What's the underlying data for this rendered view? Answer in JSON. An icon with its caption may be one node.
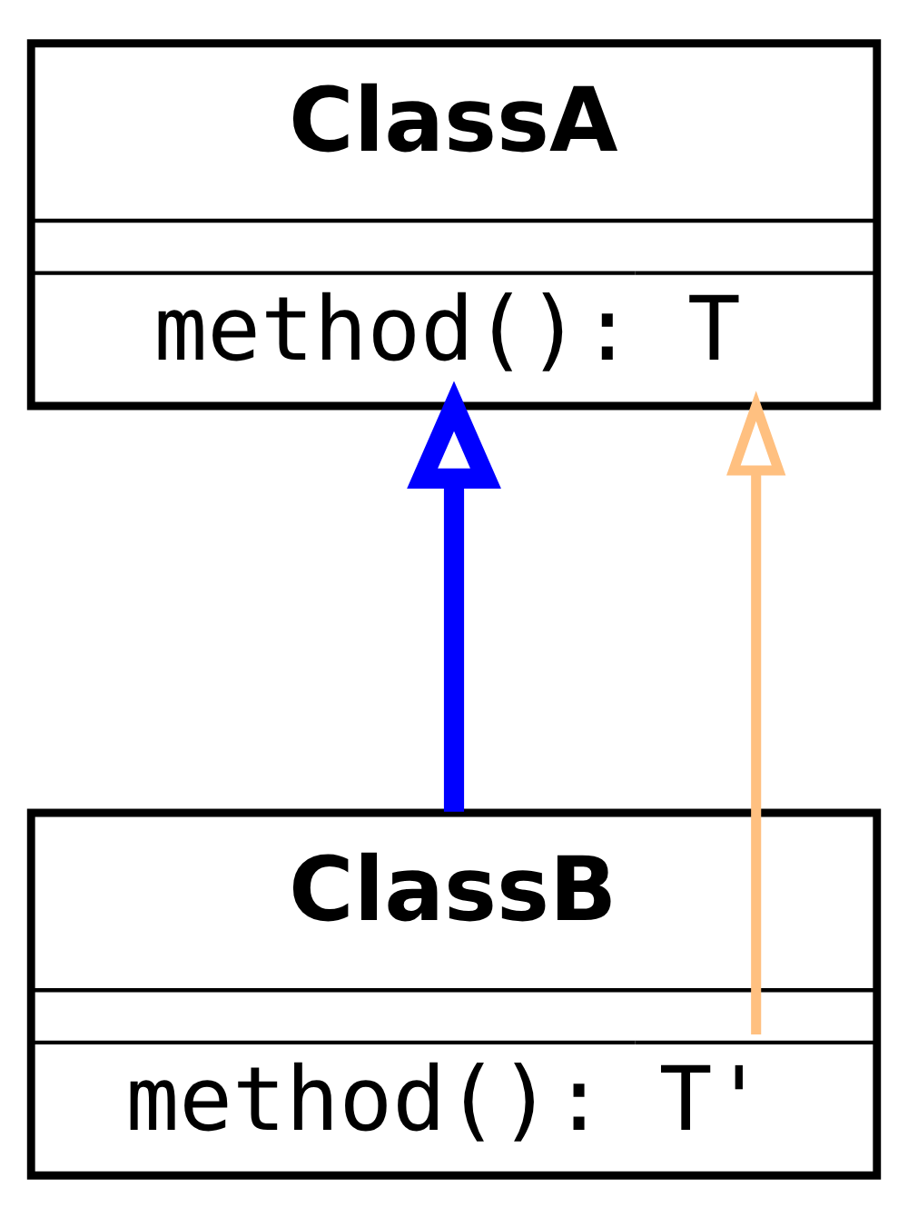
{
  "diagram": {
    "nodes": [
      {
        "text": [
          "ClassA",
          "method(): T"
        ]
      },
      {
        "text": [
          "ClassB",
          "method(): T'"
        ]
      }
    ],
    "edges": [
      {
        "from": 1,
        "to": 0,
        "arrow": "to",
        "style": "thick",
        "color": "#0000ff"
      },
      {
        "from": 1,
        "to": 0,
        "arrow": "to",
        "color": "#ffc080"
      }
    ]
  }
}
